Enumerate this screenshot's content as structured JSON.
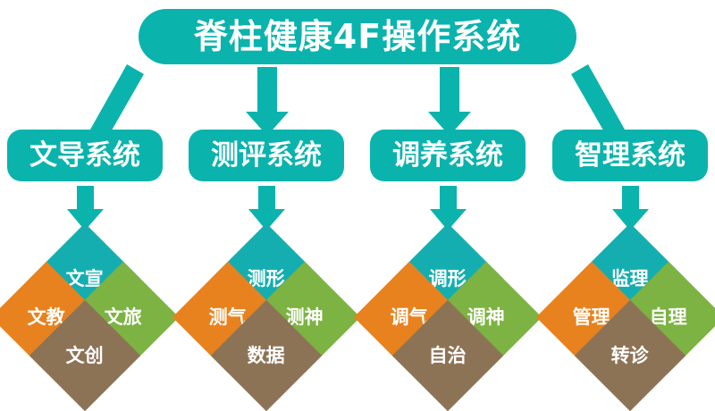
{
  "title": {
    "text": "脊柱健康4F操作系统",
    "color": "#0bb3ad"
  },
  "palette": {
    "teal": "#0bb3ad",
    "diamond_teal": "#15aeb0",
    "orange": "#e8821e",
    "green": "#7cb342",
    "brown": "#8d7356",
    "arrow": "#0bb3ad",
    "text": "#ffffff",
    "background": "#ffffff"
  },
  "systems": [
    {
      "label": "文导系统",
      "arrow_type": "diagonal-left",
      "diamonds": {
        "top": {
          "label": "文宣",
          "color": "#15aeb0"
        },
        "left": {
          "label": "文教",
          "color": "#e8821e"
        },
        "right": {
          "label": "文旅",
          "color": "#7cb342"
        },
        "bottom": {
          "label": "文创",
          "color": "#8d7356"
        }
      }
    },
    {
      "label": "测评系统",
      "arrow_type": "straight-down",
      "diamonds": {
        "top": {
          "label": "测形",
          "color": "#15aeb0"
        },
        "left": {
          "label": "测气",
          "color": "#e8821e"
        },
        "right": {
          "label": "测神",
          "color": "#7cb342"
        },
        "bottom": {
          "label": "数据",
          "color": "#8d7356"
        }
      }
    },
    {
      "label": "调养系统",
      "arrow_type": "straight-down",
      "diamonds": {
        "top": {
          "label": "调形",
          "color": "#15aeb0"
        },
        "left": {
          "label": "调气",
          "color": "#e8821e"
        },
        "right": {
          "label": "调神",
          "color": "#7cb342"
        },
        "bottom": {
          "label": "自治",
          "color": "#8d7356"
        }
      }
    },
    {
      "label": "智理系统",
      "arrow_type": "diagonal-right",
      "diamonds": {
        "top": {
          "label": "监理",
          "color": "#15aeb0"
        },
        "left": {
          "label": "管理",
          "color": "#e8821e"
        },
        "right": {
          "label": "自理",
          "color": "#7cb342"
        },
        "bottom": {
          "label": "转诊",
          "color": "#8d7356"
        }
      }
    }
  ],
  "arrows": {
    "top_row_count": 4,
    "bottom_row_count": 4
  }
}
